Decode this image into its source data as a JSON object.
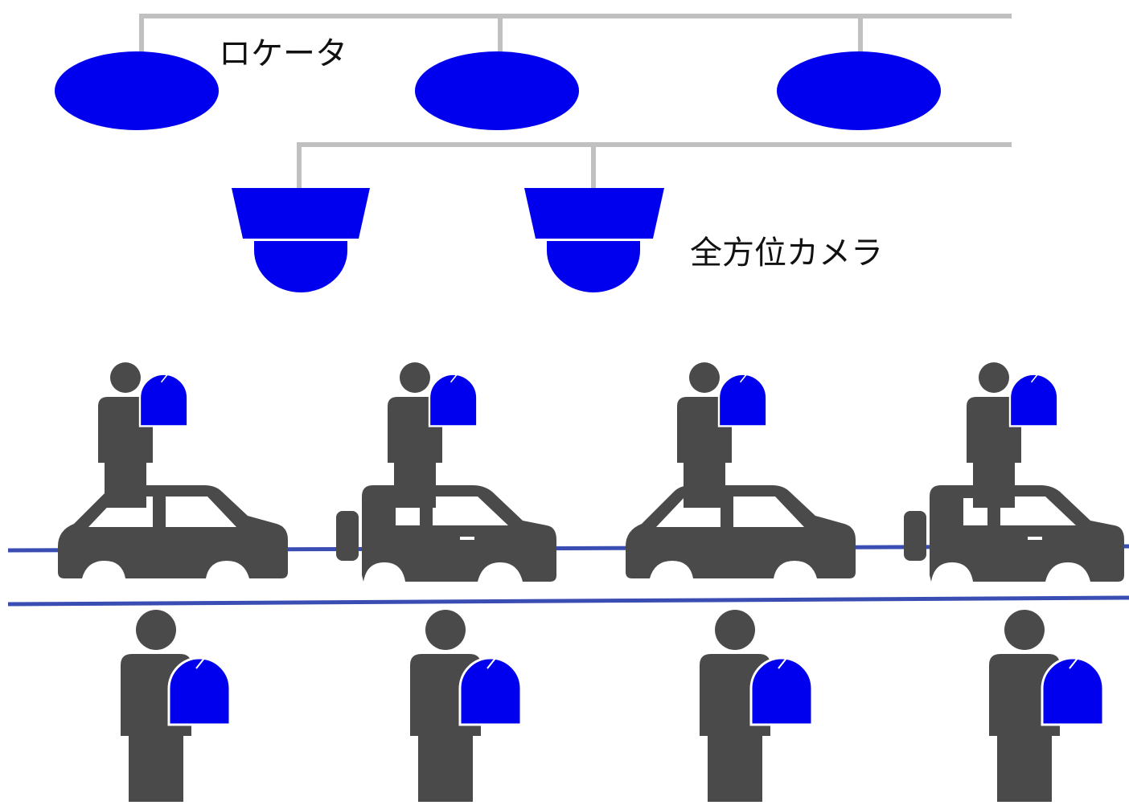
{
  "labels": {
    "locator": "ロケータ",
    "omni_camera": "全方位カメラ"
  },
  "colors": {
    "device_blue": "#0000ee",
    "figure_gray": "#4a4a4a",
    "cable_gray": "#c0c0c0",
    "rail_blue": "#3a4db3",
    "background": "#ffffff"
  },
  "icons": {
    "locator": "locator-ellipse-icon",
    "camera": "dome-camera-icon",
    "person": "person-icon",
    "transmitter": "transmitter-tag-icon",
    "signal": "lightning-signal-icon",
    "vehicle": "car-body-icon"
  },
  "counts": {
    "locators": 3,
    "cameras": 2,
    "vehicles": 4,
    "walkers": 4
  }
}
